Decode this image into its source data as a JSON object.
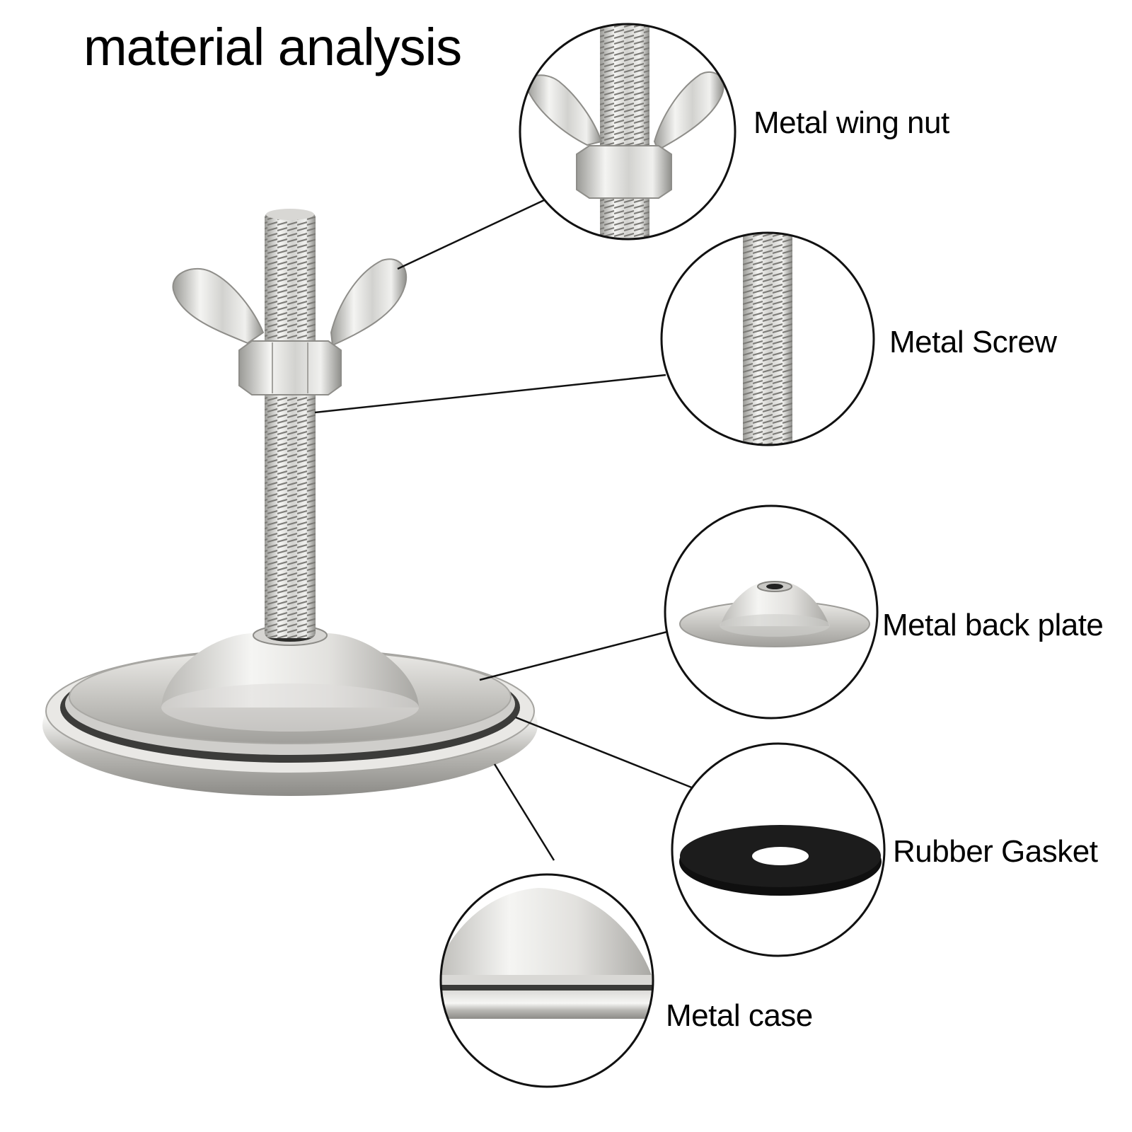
{
  "title": "material analysis",
  "parts": [
    {
      "id": "wing-nut",
      "label": "Metal wing nut"
    },
    {
      "id": "screw",
      "label": "Metal Screw"
    },
    {
      "id": "back-plate",
      "label": "Metal back plate"
    },
    {
      "id": "gasket",
      "label": "Rubber Gasket"
    },
    {
      "id": "case",
      "label": "Metal case"
    }
  ],
  "colors": {
    "metal_light": "#f2f2f0",
    "metal_mid": "#c9c9c6",
    "metal_dark": "#8e8e8a",
    "rubber": "#151515",
    "outline": "#111111"
  }
}
